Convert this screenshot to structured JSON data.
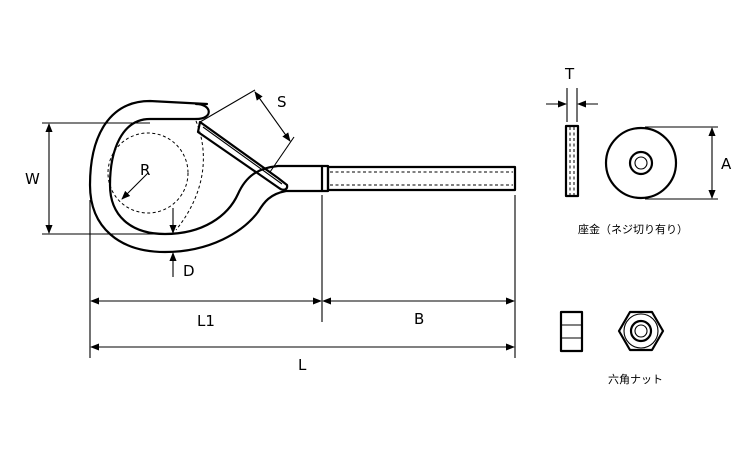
{
  "labels": {
    "S": "S",
    "W": "W",
    "R": "R",
    "D": "D",
    "L1": "L1",
    "B": "B",
    "L": "L",
    "T": "T",
    "A": "A"
  },
  "captions": {
    "washer": "座金（ネジ切り有り）",
    "hex_nut": "六角ナット"
  }
}
